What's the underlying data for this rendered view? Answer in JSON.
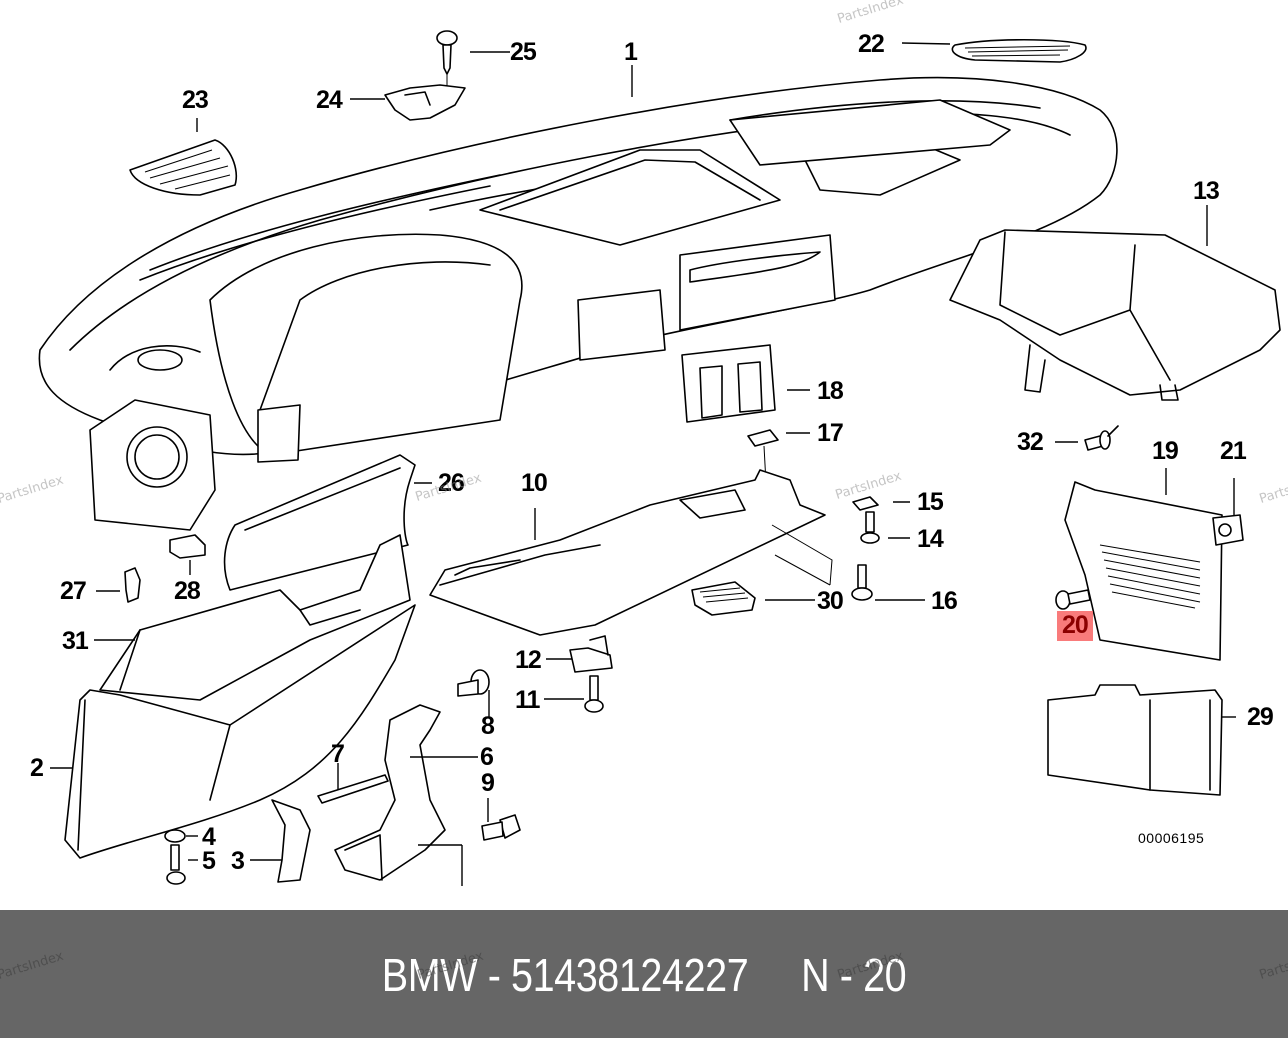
{
  "diagram": {
    "title": "BMW dashboard trim parts diagram",
    "reference_code": "00006195",
    "highlight_color": "#f87171",
    "highlighted_part": "20",
    "watermark_text": "PartsIndex",
    "callouts": {
      "p1": "1",
      "p2": "2",
      "p3": "3",
      "p4": "4",
      "p5": "5",
      "p6": "6",
      "p7": "7",
      "p8": "8",
      "p9": "9",
      "p10": "10",
      "p11": "11",
      "p12": "12",
      "p13": "13",
      "p14": "14",
      "p15": "15",
      "p16": "16",
      "p17": "17",
      "p18": "18",
      "p19": "19",
      "p20": "20",
      "p21": "21",
      "p22": "22",
      "p23": "23",
      "p24": "24",
      "p25": "25",
      "p26": "26",
      "p27": "27",
      "p28": "28",
      "p29": "29",
      "p30": "30",
      "p31": "31",
      "p32": "32"
    }
  },
  "footer": {
    "brand": "BMW",
    "part_number": "51438124227",
    "position_label": "N - 20",
    "caption": "BMW - 51438124227     N - 20",
    "background_color": "#666666"
  }
}
